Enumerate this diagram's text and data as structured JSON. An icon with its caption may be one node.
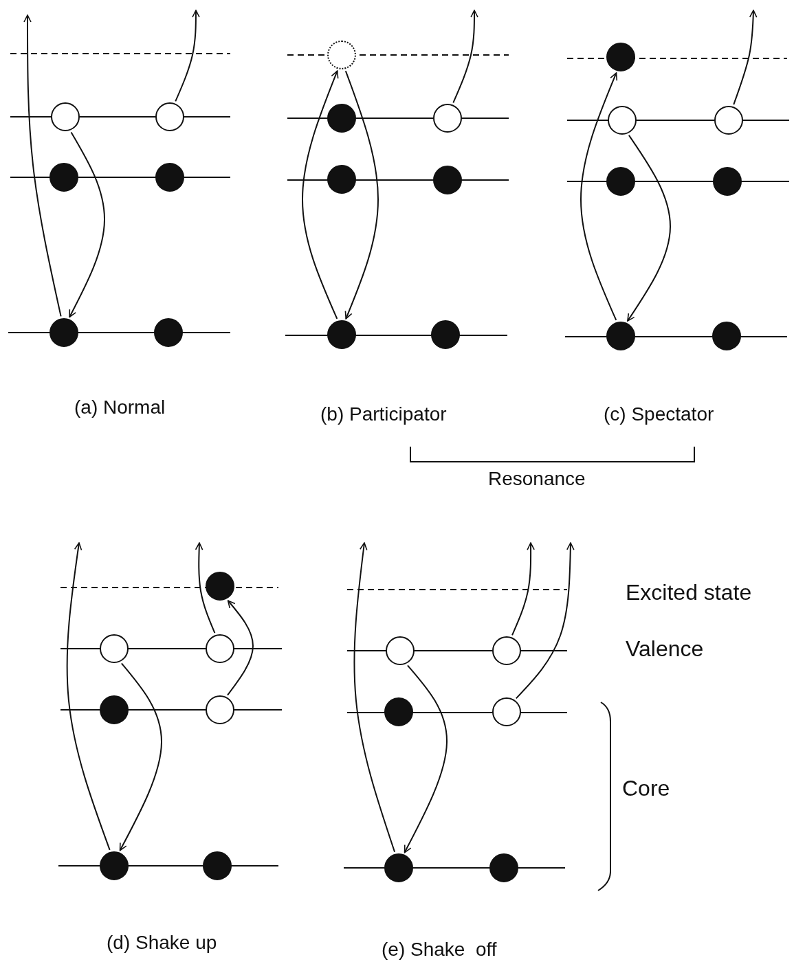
{
  "diagram": {
    "nodes": [
      {
        "text": [],
        "shape": "circle"
      },
      {
        "text": [],
        "shape": "circle"
      },
      {
        "text": [],
        "shape": "circle"
      },
      {
        "text": [],
        "shape": "circle"
      },
      {
        "text": [],
        "shape": "circle"
      },
      {
        "text": [],
        "shape": "circle"
      },
      {
        "text": [],
        "shape": "circle"
      },
      {
        "text": [],
        "shape": "circle"
      },
      {
        "text": [],
        "shape": "circle"
      },
      {
        "text": [],
        "shape": "circle"
      },
      {
        "text": [],
        "shape": "circle"
      },
      {
        "text": [],
        "shape": "circle"
      },
      {
        "text": [],
        "shape": "circle"
      },
      {
        "text": [],
        "shape": "circle"
      },
      {
        "text": [],
        "shape": "circle"
      },
      {
        "text": [],
        "shape": "circle"
      },
      {
        "text": [],
        "shape": "circle"
      },
      {
        "text": [],
        "shape": "circle"
      },
      {
        "text": [],
        "shape": "circle"
      },
      {
        "text": [],
        "shape": "circle"
      },
      {
        "text": [],
        "shape": "circle"
      },
      {
        "text": [],
        "shape": "circle"
      },
      {
        "text": [],
        "shape": "circle"
      },
      {
        "text": [],
        "shape": "circle"
      },
      {
        "text": [],
        "shape": "circle"
      },
      {
        "text": [],
        "shape": "circle"
      },
      {
        "text": [],
        "shape": "circle"
      },
      {
        "text": [],
        "shape": "circle"
      },
      {
        "text": [],
        "shape": "circle"
      },
      {
        "text": [],
        "shape": "circle"
      },
      {
        "text": [],
        "shape": "circle"
      },
      {
        "text": [],
        "shape": "circle"
      },
      {
        "text": [],
        "shape": "circle"
      }
    ],
    "edges": [
      {
        "from": 4,
        "to": null,
        "arrow": "to"
      },
      {
        "from": 0,
        "to": 4,
        "arrow": "to"
      },
      {
        "from": 1,
        "to": null,
        "arrow": "to"
      },
      {
        "from": 11,
        "to": 6,
        "arrow": "to"
      },
      {
        "from": 6,
        "to": 11,
        "arrow": "to"
      },
      {
        "from": 8,
        "to": null,
        "arrow": "to"
      },
      {
        "from": 18,
        "to": 13,
        "arrow": "to"
      },
      {
        "from": 14,
        "to": 18,
        "arrow": "to"
      },
      {
        "from": 15,
        "to": null,
        "arrow": "to"
      },
      {
        "from": 25,
        "to": null,
        "arrow": "to"
      },
      {
        "from": 21,
        "to": 25,
        "arrow": "to"
      },
      {
        "from": 22,
        "to": null,
        "arrow": "to"
      },
      {
        "from": 24,
        "to": 20,
        "arrow": "to"
      },
      {
        "from": 31,
        "to": null,
        "arrow": "to"
      },
      {
        "from": 27,
        "to": 31,
        "arrow": "to"
      },
      {
        "from": 28,
        "to": null,
        "arrow": "to"
      },
      {
        "from": 30,
        "to": null,
        "arrow": "to"
      }
    ],
    "labels": [
      "(a) Normal",
      "(b) Participator",
      "(c) Spectator",
      "Resonance",
      "Excited state",
      "Valence",
      "Core",
      "(d) Shake up",
      "(e) Shake  off"
    ]
  }
}
